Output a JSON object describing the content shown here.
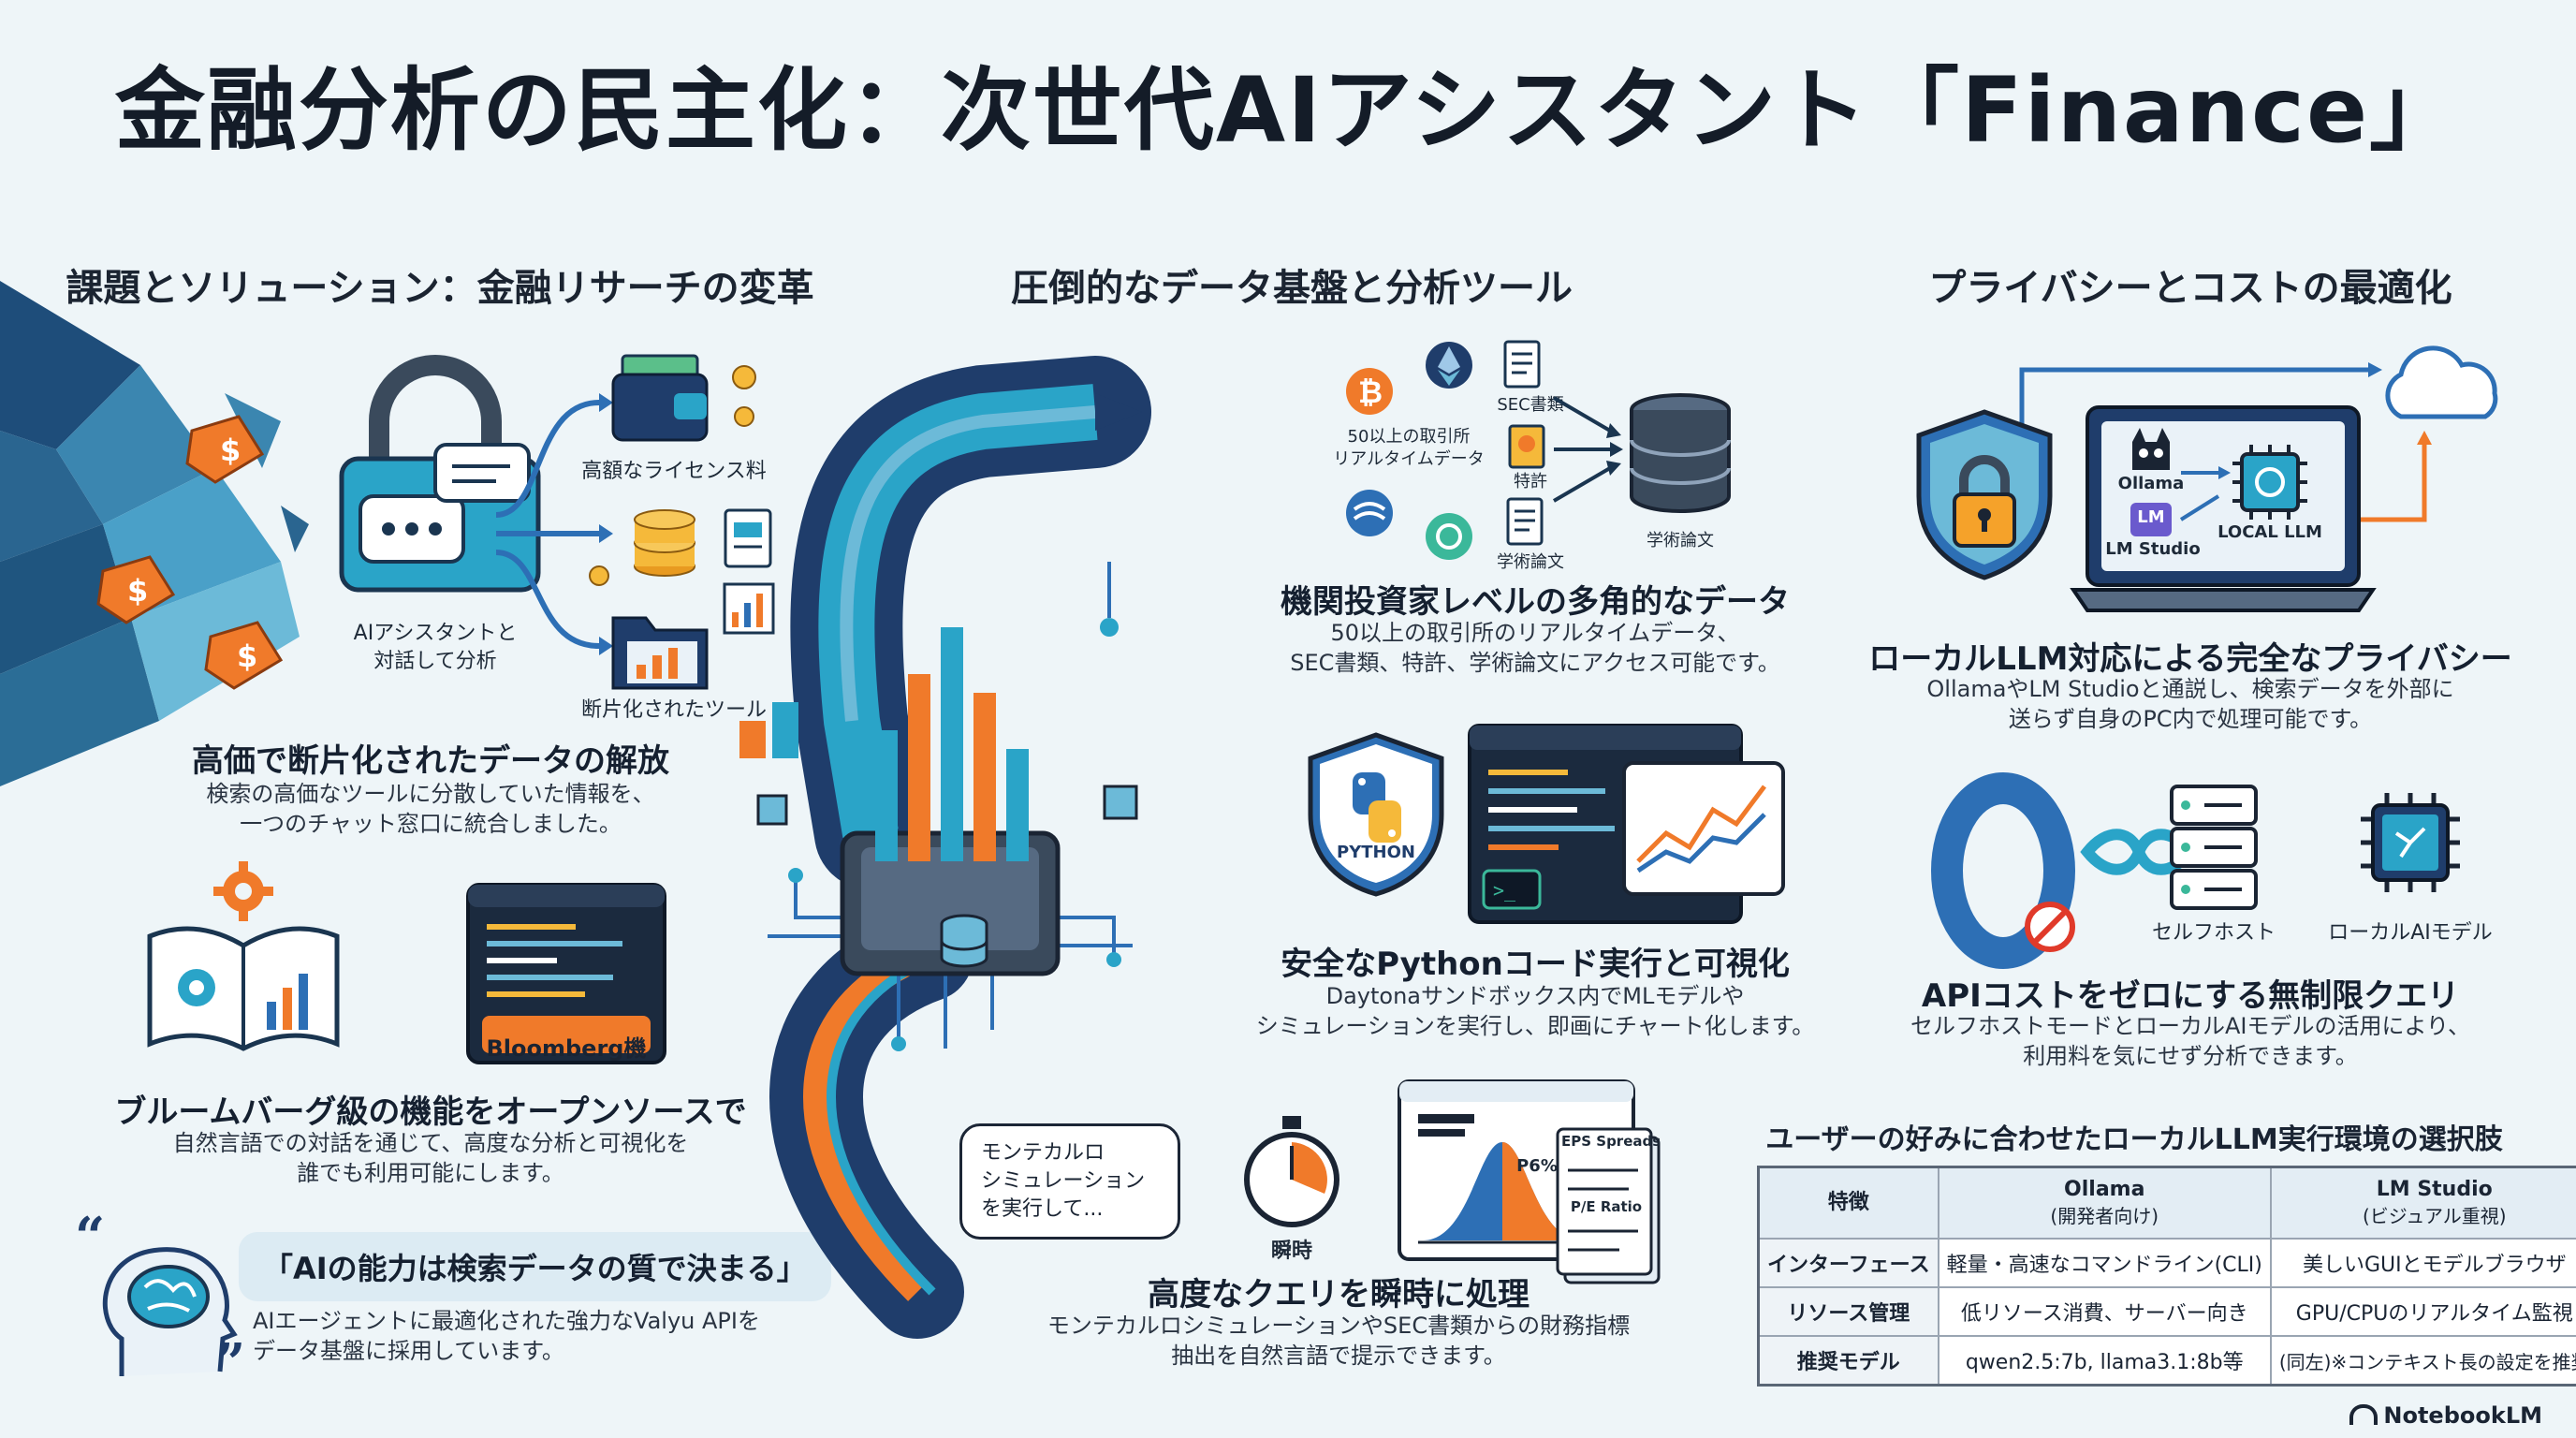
{
  "title": "金融分析の民主化：次世代AIアシスタント「Finance」",
  "sections": {
    "left": "課題とソリューション：金融リサーチの変革",
    "center": "圧倒的なデータ基盤と分析ツール",
    "right": "プライバシーとコストの最適化"
  },
  "left": {
    "icon_labels": {
      "license": "高額なライセンス料",
      "assistant": "AIアシスタントと\n対話して分析",
      "fragmented": "断片化されたツール"
    },
    "feature1": {
      "title": "高価で断片化されたデータの解放",
      "desc": "検索の高価なツールに分散していた情報を、\n一つのチャット窓口に統合しました。"
    },
    "bloomberg_label": "Bloomberg機",
    "feature2": {
      "title": "ブルームバーグ級の機能をオープンソースで",
      "desc": "自然言語での対話を通じて、高度な分析と可視化を\n誰でも利用可能にします。"
    },
    "quote": "「AIの能力は検索データの質で決まる」",
    "quote_desc": "AIエージェントに最適化された強力なValyu APIを\nデータ基盤に採用しています。"
  },
  "center": {
    "sources": {
      "exchanges": "50以上の取引所\nリアルタイムデータ",
      "sec": "SEC書類",
      "patents": "特許",
      "papers_src": "学術論文",
      "papers_db": "学術論文"
    },
    "feature1": {
      "title": "機関投資家レベルの多角的なデータ",
      "desc": "50以上の取引所のリアルタイムデータ、\nSEC書類、特許、学術論文にアクセス可能です。"
    },
    "python_label": "PYTHON",
    "feature2": {
      "title": "安全なPythonコード実行と可視化",
      "desc": "Daytonaサンドボックス内でMLモデルや\nシミュレーションを実行し、即画にチャート化します。"
    },
    "bubble": "モンテカルロ\nシミュレーション\nを実行して...",
    "stopwatch_label": "瞬時",
    "doc_labels": {
      "eps": "EPS Spreads",
      "pe": "P/E Ratio",
      "pct": "P6%"
    },
    "feature3": {
      "title": "高度なクエリを瞬時に処理",
      "desc": "モンテカルロシミュレーションやSEC書類からの財務指標\n抽出を自然言語で提示できます。"
    }
  },
  "right": {
    "ollama_label": "Ollama",
    "lmstudio_label": "LM Studio",
    "lm_badge": "LM",
    "local_llm_label": "LOCAL LLM",
    "feature1": {
      "title": "ローカルLLM対応による完全なプライバシー",
      "desc": "OllamaやLM Studioと通説し、検索データを外部に\n送らず自身のPC内で処理可能です。"
    },
    "selfhost_label": "セルフホスト",
    "localai_label": "ローカルAIモデル",
    "feature2": {
      "title": "APIコストをゼロにする無制限クエリ",
      "desc": "セルフホストモードとローカルAIモデルの活用により、\n利用料を気にせず分析できます。"
    },
    "table": {
      "title": "ユーザーの好みに合わせたローカルLLM実行環境の選択肢",
      "headers": [
        "特徴",
        "Ollama",
        "LM Studio"
      ],
      "header_subs": [
        "",
        "(開発者向け)",
        "(ビジュアル重視)"
      ],
      "rows": [
        [
          "インターフェース",
          "軽量・高速なコマンドライン(CLI)",
          "美しいGUIとモデルブラウザ"
        ],
        [
          "リソース管理",
          "低リソース消費、サーバー向き",
          "GPU/CPUのリアルタイム監視"
        ],
        [
          "推奨モデル",
          "qwen2.5:7b, llama3.1:8b等",
          "(同左)※コンテキスト長の設定を推奨"
        ]
      ]
    }
  },
  "brand": "NotebookLM",
  "colors": {
    "navy": "#1f3d6b",
    "teal": "#2aa4c8",
    "orange": "#f07a2a",
    "blue": "#2d6fb5"
  }
}
